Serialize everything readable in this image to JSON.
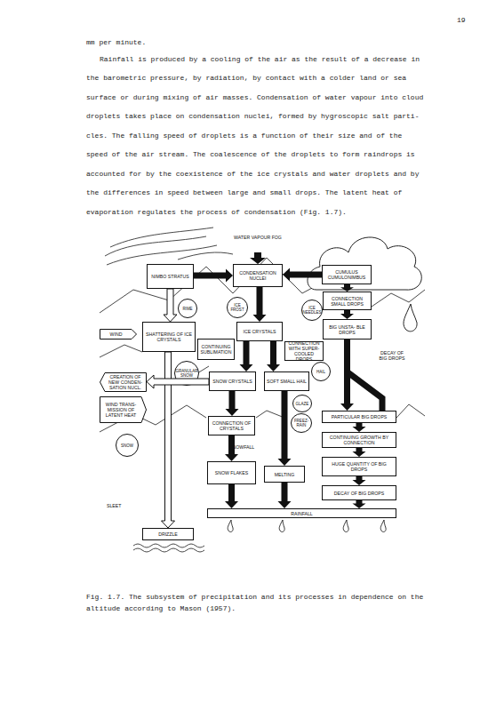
{
  "diagram": {
    "caption": "Fig. 1.7. The subsystem of precipitation and its processes in dependence on the altitude according to Mason (1957).",
    "nodes": [
      {
        "text": [
          "NIMBO STRATUS"
        ]
      },
      {
        "text": [
          "CONDENSATION NUCLEI"
        ]
      },
      {
        "text": [
          "CUMULUS CUMULONIMBUS"
        ]
      },
      {
        "text": [
          "RIME"
        ]
      },
      {
        "text": [
          "ICE FROST"
        ]
      },
      {
        "text": [
          "ICE NEEDLES"
        ]
      },
      {
        "text": [
          "CONNECTION SMALL DROPS"
        ]
      },
      {
        "text": [
          "WIND"
        ]
      },
      {
        "text": [
          "SHATTERING OF ICE CRYSTALS"
        ]
      },
      {
        "text": [
          "ICE CRYSTALS"
        ]
      },
      {
        "text": [
          "BIG UNSTA- BLE DROPS"
        ]
      },
      {
        "text": [
          "CONTINUING SUBLIMATION"
        ]
      },
      {
        "text": [
          "CONNECTION WITH SUPER- COOLED DROPS"
        ]
      },
      {
        "text": [
          "GRANULAR SNOW"
        ]
      },
      {
        "text": [
          "HAIL"
        ]
      },
      {
        "text": [
          "CREATION OF NEW CONDEN- SATION NUCL."
        ]
      },
      {
        "text": [
          "SNOW CRYSTALS"
        ]
      },
      {
        "text": [
          "SOFT SMALL HAIL"
        ]
      },
      {
        "text": [
          "GLAZE"
        ]
      },
      {
        "text": [
          "FREEZ- RAIN"
        ]
      },
      {
        "text": [
          "WIND TRANS- MISSION OF LATENT HEAT"
        ]
      },
      {
        "text": [
          "CONNECTION OF CRYSTALS"
        ]
      },
      {
        "text": [
          "PARTICULAR BIG DROPS"
        ]
      },
      {
        "text": [
          "CONTINUING GROWTH BY CONNECTION"
        ]
      },
      {
        "text": [
          "SNOW"
        ]
      },
      {
        "text": [
          "SNOW FLAKES"
        ]
      },
      {
        "text": [
          "MELTING"
        ]
      },
      {
        "text": [
          "HUGE QUANTITY OF BIG DROPS"
        ]
      },
      {
        "text": [
          "DECAY OF BIG DROPS"
        ]
      },
      {
        "text": [
          "RAINFALL"
        ]
      },
      {
        "text": [
          "DRIZZLE"
        ]
      }
    ],
    "edges": [
      {
        "from": 0,
        "to": 1,
        "arrow": "to"
      },
      {
        "from": 2,
        "to": 1,
        "arrow": "to"
      },
      {
        "from": 1,
        "to": 9,
        "arrow": "to"
      },
      {
        "from": 2,
        "to": 6,
        "arrow": "to"
      },
      {
        "from": 6,
        "to": 10,
        "arrow": "to"
      },
      {
        "from": 10,
        "to": 22,
        "arrow": "to"
      },
      {
        "from": 0,
        "to": 8,
        "arrow": "to"
      },
      {
        "from": 8,
        "to": 30,
        "arrow": "to"
      },
      {
        "from": 16,
        "to": 15,
        "arrow": "to"
      },
      {
        "from": 9,
        "to": 16,
        "arrow": "to"
      },
      {
        "from": 9,
        "to": 17,
        "arrow": "to"
      },
      {
        "from": 16,
        "to": 21,
        "arrow": "to"
      },
      {
        "from": 21,
        "to": 25,
        "arrow": "to"
      },
      {
        "from": 17,
        "to": 26,
        "arrow": "to"
      },
      {
        "from": 25,
        "to": 29,
        "arrow": "to"
      },
      {
        "from": 26,
        "to": 29,
        "arrow": "to"
      },
      {
        "from": 22,
        "to": 23,
        "arrow": "to"
      },
      {
        "from": 23,
        "to": 27,
        "arrow": "to"
      },
      {
        "from": 27,
        "to": 28,
        "arrow": "to"
      },
      {
        "from": 28,
        "to": 29,
        "arrow": "to"
      }
    ],
    "labels": [
      "19",
      "mm per minute.",
      "Rainfall is produced by a cooling of the air as the result of a decrease in",
      "the barometric pressure, by radiation, by contact with a colder land or sea",
      "surface or during mixing of air masses. Condensation of water vapour into cloud",
      "droplets takes place on condensation nuclei, formed by hygroscopic salt parti-",
      "cles. The falling speed of droplets is a function of their size and of the",
      "speed of the air stream. The coalescence of the droplets to form raindrops is",
      "accounted for by the coexistence of the ice crystals and water droplets and by",
      "the differences in speed between large and small drops. The latent heat of",
      "evaporation regulates the process of condensation (Fig. 1.7).",
      "WATER VAPOUR FOG",
      "DECAY OF BIG DROPS",
      "SNOWFALL",
      "SLEET"
    ]
  }
}
